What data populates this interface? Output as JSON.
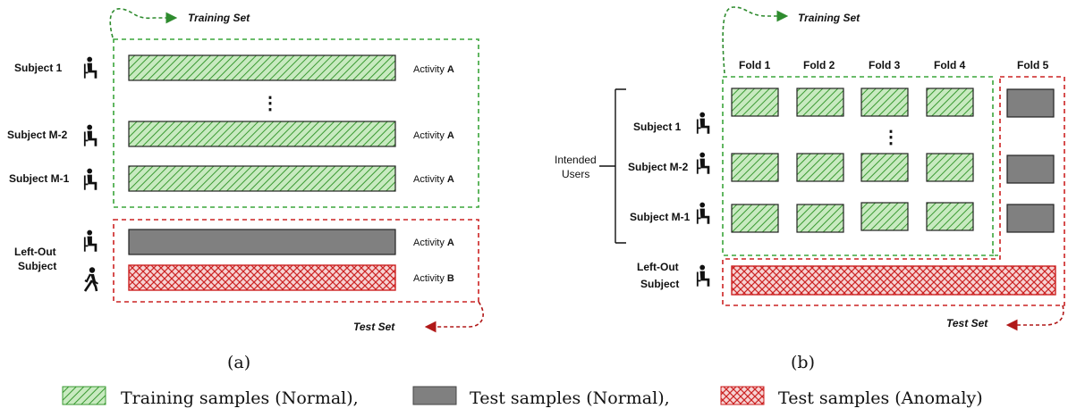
{
  "panel_a": {
    "caption": "(a)",
    "training_label": "Training Set",
    "test_label": "Test Set",
    "subjects": [
      "Subject 1",
      "Subject M-2",
      "Subject M-1"
    ],
    "leftout_line1": "Left-Out",
    "leftout_line2": "Subject",
    "activity_prefix": "Activity",
    "rows": [
      {
        "activity": "A",
        "kind": "train"
      },
      {
        "activity": "A",
        "kind": "train"
      },
      {
        "activity": "A",
        "kind": "train"
      },
      {
        "activity": "A",
        "kind": "test_normal"
      },
      {
        "activity": "B",
        "kind": "test_anomaly"
      }
    ],
    "ellipsis": "⋮"
  },
  "panel_b": {
    "caption": "(b)",
    "training_label": "Training Set",
    "test_label": "Test Set",
    "folds": [
      "Fold 1",
      "Fold 2",
      "Fold 3",
      "Fold 4",
      "Fold 5"
    ],
    "subjects": [
      "Subject 1",
      "Subject M-2",
      "Subject M-1"
    ],
    "group_line1": "Intended",
    "group_line2": "Users",
    "leftout_line1": "Left-Out",
    "leftout_line2": "Subject",
    "ellipsis": "⋮"
  },
  "legend": {
    "train": "Training samples (Normal),",
    "test_normal": "Test samples (Normal),",
    "test_anomaly": "Test samples (Anomaly)"
  },
  "colors": {
    "train_fill": "#c8eac0",
    "train_stroke": "#3a9a32",
    "test_fill": "#808080",
    "anomaly_fill": "#f6d3d3",
    "anomaly_stroke": "#cc2222",
    "train_box": "#3aa53a",
    "test_box": "#cc2222"
  },
  "icons": [
    "sitting-person-icon",
    "walking-person-icon"
  ]
}
